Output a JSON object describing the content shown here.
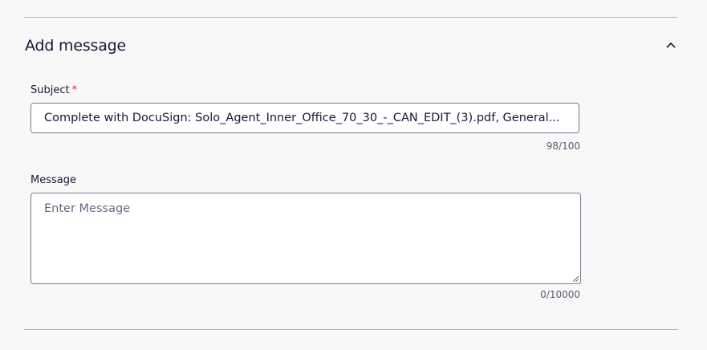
{
  "section": {
    "title": "Add message",
    "collapse_icon": "chevron-up-icon"
  },
  "subject": {
    "label": "Subject",
    "required_marker": "*",
    "value": "Complete with DocuSign: Solo_Agent_Inner_Office_70_30_-_CAN_EDIT_(3).pdf, General...",
    "counter": "98/100"
  },
  "message": {
    "label": "Message",
    "placeholder": "Enter Message",
    "counter": "0/10000"
  }
}
